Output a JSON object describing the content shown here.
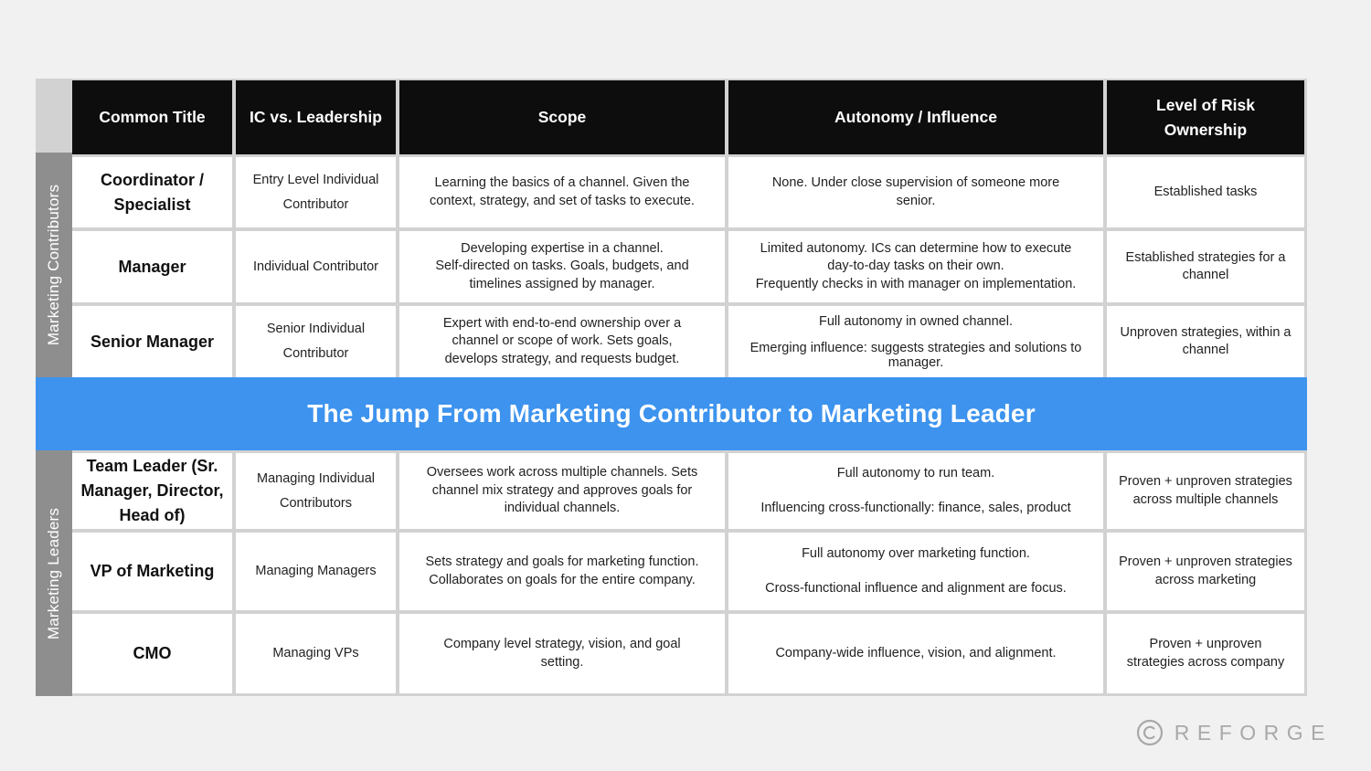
{
  "headers": [
    "Common Title",
    "IC vs. Leadership",
    "Scope",
    "Autonomy / Influence",
    "Level of Risk Ownership"
  ],
  "groups": {
    "contributors": "Marketing Contributors",
    "leaders": "Marketing Leaders"
  },
  "banner": "The Jump From Marketing Contributor to Marketing Leader",
  "contributor_rows": [
    {
      "title": "Coordinator / Specialist",
      "ic": "Entry Level Individual Contributor",
      "scope": [
        "Learning the basics of a channel. Given the context, strategy, and set of tasks to execute."
      ],
      "autonomy": [
        "None. Under close supervision of someone more senior."
      ],
      "risk": "Established tasks"
    },
    {
      "title": "Manager",
      "ic": "Individual Contributor",
      "scope": [
        "Developing expertise in a channel.",
        "Self-directed on tasks. Goals, budgets, and timelines assigned by manager."
      ],
      "autonomy": [
        "Limited autonomy. ICs can determine how to execute day-to-day tasks on their own.",
        "Frequently checks in with manager on implementation."
      ],
      "risk": "Established strategies for a channel"
    },
    {
      "title": "Senior Manager",
      "ic": "Senior Individual Contributor",
      "scope": [
        "Expert with end-to-end ownership over a channel or scope of work. Sets goals, develops strategy, and requests budget."
      ],
      "autonomy": [
        "Full autonomy in owned channel.",
        "Emerging influence: suggests strategies and solutions to manager."
      ],
      "risk": "Unproven strategies, within a channel"
    }
  ],
  "leader_rows": [
    {
      "title": "Team Leader (Sr. Manager, Director, Head of)",
      "ic": "Managing Individual Contributors",
      "scope": [
        "Oversees work across multiple channels. Sets channel mix strategy and approves goals for individual channels."
      ],
      "autonomy": [
        "Full autonomy to run team.",
        "Influencing cross-functionally: finance, sales, product"
      ],
      "risk": "Proven + unproven strategies across multiple channels"
    },
    {
      "title": "VP of Marketing",
      "ic": "Managing Managers",
      "scope": [
        "Sets strategy and goals for marketing function. Collaborates on goals for the entire company."
      ],
      "autonomy": [
        "Full autonomy over marketing function.",
        "Cross-functional influence and alignment are focus."
      ],
      "risk": "Proven + unproven strategies across marketing"
    },
    {
      "title": "CMO",
      "ic": "Managing VPs",
      "scope": [
        "Company level strategy, vision, and goal setting."
      ],
      "autonomy": [
        "Company-wide influence, vision, and alignment."
      ],
      "risk": "Proven + unproven strategies across company"
    }
  ],
  "logo": {
    "icon": "copyright-circle-icon",
    "text": "REFORGE",
    "color": "#a9a9a9"
  },
  "colors": {
    "header_bg": "#0d0d0d",
    "banner_bg": "#3d93ee",
    "side_label_bg": "#8e8e8e"
  }
}
